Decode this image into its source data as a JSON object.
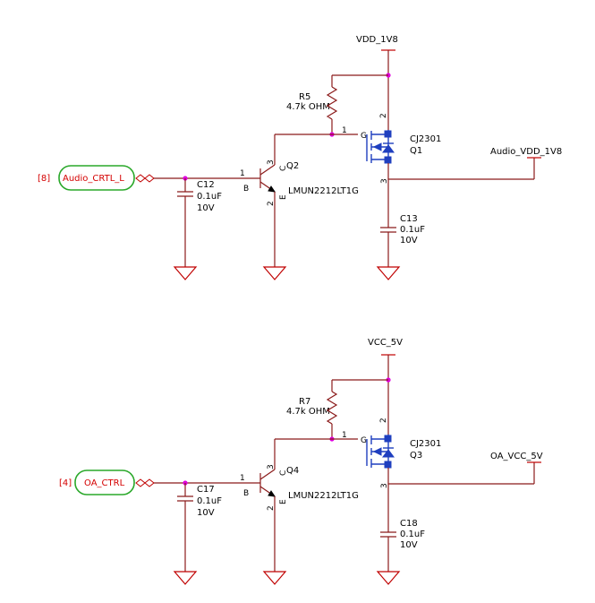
{
  "circuit1": {
    "supply_label": "VDD_1V8",
    "resistor_ref": "R5",
    "resistor_value": "4.7k OHM",
    "mosfet_part": "CJ2301",
    "mosfet_ref": "Q1",
    "output_label": "Audio_VDD_1V8",
    "sheet_ref": "[8]",
    "port_label": "Audio_CRTL_L",
    "cap_in_ref": "C12",
    "cap_in_value": "0.1uF",
    "cap_in_voltage": "10V",
    "bjt_ref": "Q2",
    "bjt_part": "LMUN2212LT1G",
    "cap_out_ref": "C13",
    "cap_out_value": "0.1uF",
    "cap_out_voltage": "10V"
  },
  "circuit2": {
    "supply_label": "VCC_5V",
    "resistor_ref": "R7",
    "resistor_value": "4.7k OHM",
    "mosfet_part": "CJ2301",
    "mosfet_ref": "Q3",
    "output_label": "OA_VCC_5V",
    "sheet_ref": "[4]",
    "port_label": "OA_CTRL",
    "cap_in_ref": "C17",
    "cap_in_value": "0.1uF",
    "cap_in_voltage": "10V",
    "bjt_ref": "Q4",
    "bjt_part": "LMUN2212LT1G",
    "cap_out_ref": "C18",
    "cap_out_value": "0.1uF",
    "cap_out_voltage": "10V"
  },
  "pins": {
    "one": "1",
    "two": "2",
    "three": "3",
    "base": "B",
    "collector": "C",
    "emitter": "E",
    "gate": "G"
  },
  "colors": {
    "wire": "#8b1a1a",
    "junction": "#e000e0",
    "mosfet": "#1f3fbf",
    "port_outline": "#2aa82a",
    "ground": "#c00000",
    "net_label": "#d40000"
  }
}
